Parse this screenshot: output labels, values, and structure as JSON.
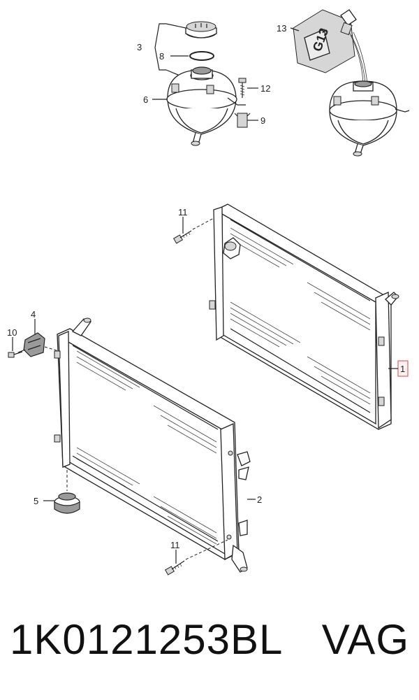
{
  "callouts": {
    "c1": "1",
    "c2": "2",
    "c3": "3",
    "c4": "4",
    "c5": "5",
    "c6": "6",
    "c8": "8",
    "c9": "9",
    "c10": "10",
    "c11a": "11",
    "c11b": "11",
    "c12": "12",
    "c13": "13"
  },
  "bottle_label": "G13",
  "footer": {
    "part_number": "1K0121253BL",
    "brand": "VAG"
  },
  "colors": {
    "highlight_box": "#e06060",
    "line": "#222222",
    "part_fill_gray": "#9a9a9a"
  }
}
